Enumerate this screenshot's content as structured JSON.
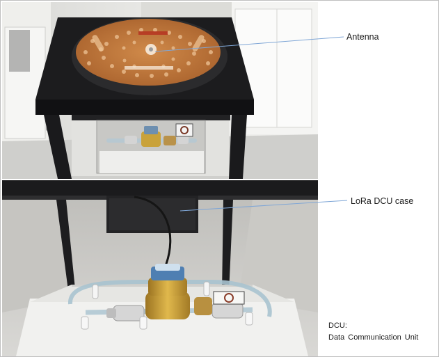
{
  "labels": {
    "antenna": "Antenna",
    "dcu_case": "LoRa DCU case",
    "dcu_abbrev": "DCU:",
    "dcu_full": "Data Communication  Unit"
  },
  "colors": {
    "callout_line": "#7fa6d6",
    "antenna_board": "#c47a3c",
    "cabinet": "#1c1c1e",
    "brass": "#c9a23a"
  }
}
